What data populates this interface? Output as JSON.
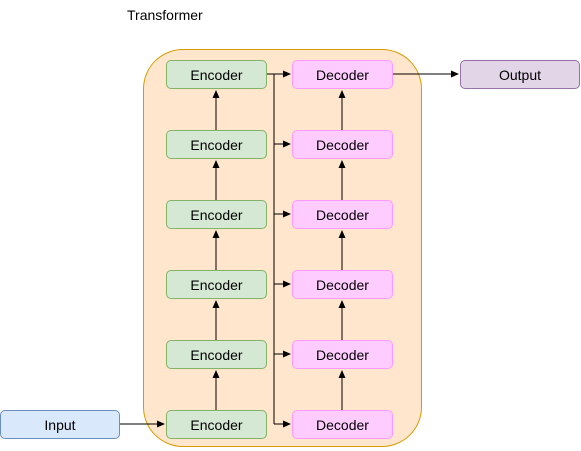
{
  "title": "Transformer",
  "input": {
    "label": "Input"
  },
  "output": {
    "label": "Output"
  },
  "encoders": [
    "Encoder",
    "Encoder",
    "Encoder",
    "Encoder",
    "Encoder",
    "Encoder"
  ],
  "decoders": [
    "Decoder",
    "Decoder",
    "Decoder",
    "Decoder",
    "Decoder",
    "Decoder"
  ],
  "colors": {
    "container_fill": "#ffe6cc",
    "container_stroke": "#d79b00",
    "encoder_fill": "#d5e8d4",
    "encoder_stroke": "#82b366",
    "decoder_fill": "#ffccff",
    "decoder_stroke": "#ff99ff",
    "input_fill": "#dae8fc",
    "input_stroke": "#6c8ebf",
    "output_fill": "#e1d5e7",
    "output_stroke": "#9673a6"
  }
}
